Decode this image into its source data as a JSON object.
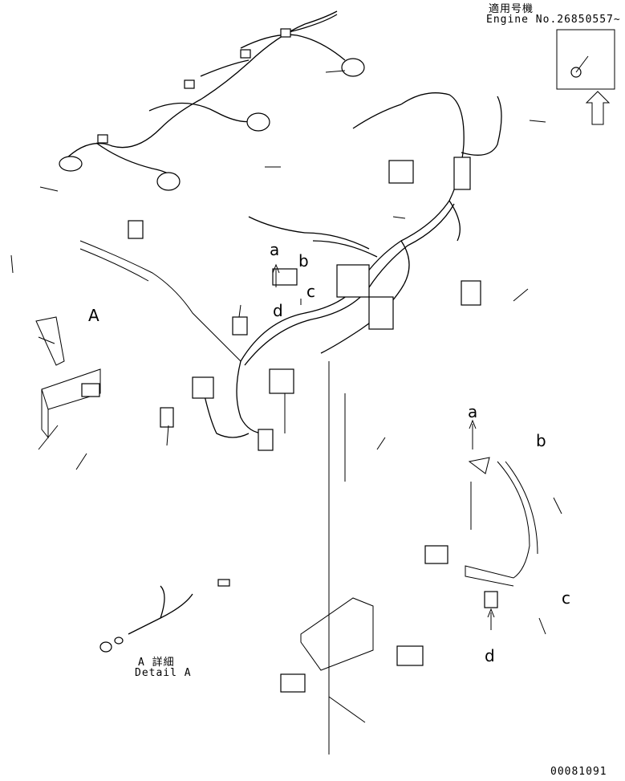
{
  "header": {
    "applicable_model_jp": "適用号機",
    "engine_no": "Engine No.26850557~"
  },
  "detail": {
    "label_jp": "A 詳細",
    "label_en": "Detail A"
  },
  "callouts": {
    "A": "A",
    "a_top": "a",
    "b_top": "b",
    "c_top": "c",
    "d_top": "d",
    "a_right": "a",
    "b_right": "b",
    "c_right": "c",
    "d_right": "d"
  },
  "drawing_number": "00081091"
}
